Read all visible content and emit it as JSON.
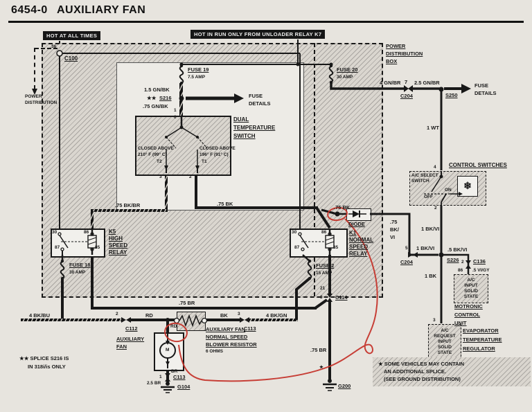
{
  "header": {
    "code": "6454-0",
    "title": "AUXILIARY FAN"
  },
  "banners": {
    "hot_all": "HOT AT ALL TIMES",
    "hot_run": "HOT IN RUN ONLY FROM UNLOADER RELAY K7"
  },
  "left_feed": {
    "pin36": "36",
    "c100": "C100",
    "pd1": "POWER",
    "pd2": "DISTRIBUTION"
  },
  "pdb": {
    "l1": "POWER",
    "l2": "DISTRIBUTION",
    "l3": "BOX"
  },
  "fuse19": {
    "name": "FUSE 19",
    "amp": "7.5 AMP"
  },
  "fuse20": {
    "name": "FUSE 20",
    "amp": "30 AMP"
  },
  "fuse18": {
    "name": "FUSE 18",
    "amp": "30 AMP"
  },
  "fuse2": {
    "name": "FUSE 2",
    "amp": "15 AMP"
  },
  "feed": {
    "w1": "1.5 GN/BK",
    "stars": "★★",
    "splice": "S216",
    "w2": ".75 GN/BK",
    "pin1": "1",
    "pin0": "0",
    "fd1": "FUSE",
    "fd2": "DETAILS"
  },
  "dts": {
    "l1": "DUAL",
    "l2": "TEMPERATURE",
    "l3": "SWITCH",
    "ca1": "CLOSED ABOVE",
    "left_temp": "210° F (99° C)",
    "ca2": "CLOSED ABOVE",
    "right_temp": "196° F (91° C)",
    "t2": "T2",
    "t1": "T1",
    "pin3": "3",
    "pin2": "2"
  },
  "wires": {
    "bkbr": ".75 BK/BR",
    "bk_mid": ".75 BK",
    "bk_diode": ".75 BK",
    "gnbr4": "4 GN/BR",
    "gnbr25": "2.5 GN/BR",
    "wt1": "1 WT",
    "bkvi1a": "1 BK/VI",
    "bkvi1b": "1 BK/VI",
    "bkvi5": ".5 BK/VI",
    "vigy5": ".5 VI/GY",
    "bk1": "1 BK",
    "bkvi75": [
      ".75",
      "BK/",
      "VI"
    ],
    "bkbu4": "4 BK/BU",
    "rd1": "RD",
    "rd2": "RD",
    "bk": "BK",
    "bkgn4": "4 BK/GN",
    "br75a": ".75 BR",
    "br75b": ".75 BR",
    "br": "BR",
    "br25": "2.5 BR"
  },
  "top_run": {
    "pin7": "7",
    "c204": "C204",
    "s250": "S250",
    "fd1": "FUSE",
    "fd2": "DETAILS"
  },
  "k5": {
    "l1": "K5",
    "l2": "HIGH",
    "l3": "SPEED",
    "l4": "RELAY",
    "p30": "30",
    "p86": "86",
    "p87": "87",
    "p85": "85"
  },
  "k1": {
    "l1": "K1",
    "l2": "NORMAL",
    "l3": "SPEED",
    "l4": "RELAY",
    "p30": "30",
    "p86": "86",
    "p87": "87",
    "p85": "85"
  },
  "diode": {
    "label": "DIODE"
  },
  "ctrl": {
    "header": "CONTROL SWITCHES",
    "pin4": "4",
    "pin2": "2",
    "acs1": "A/C SELECT",
    "acs2": "SWITCH",
    "off": "OFF",
    "on": "ON",
    "snow": "❄"
  },
  "mid_right": {
    "pin5": "5",
    "c204": "C204",
    "s226": "S226",
    "pin2": "2",
    "c136": "C136",
    "pin86": "86"
  },
  "acin": {
    "l": [
      "A/C",
      "INPUT",
      "SOLID",
      "STATE"
    ]
  },
  "motronic": {
    "l1": "MOTRONIC",
    "l2": "CONTROL",
    "l3": "UNIT"
  },
  "acrq": {
    "pin3": "3",
    "l": [
      "A/C",
      "REQUEST",
      "INPUT",
      "SOLID",
      "STATE"
    ]
  },
  "evap": {
    "l1": "EVAPORATOR",
    "l2": "TEMPERATURE",
    "l3": "REGULATOR"
  },
  "bottom": {
    "pin2": "2",
    "c112": "C112",
    "pin3": "3",
    "c113": "C113",
    "pin21": "21",
    "pin3b": "3",
    "c114": "C114",
    "star": "★",
    "g200": "G200",
    "pin1": "1",
    "c113b": "C113",
    "g104": "G104"
  },
  "fan": {
    "l1": "AUXILIARY",
    "l2": "FAN",
    "m": "M"
  },
  "resistor": {
    "l1": "AUXILIARY FAN",
    "l2": "NORMAL SPEED",
    "l3": "BLOWER RESISTOR",
    "l4": "6 OHMS"
  },
  "notes": {
    "s1": "★★ SPLICE S216 IS",
    "s2": "IN 318i/is ONLY",
    "v1": "★ SOME VEHICLES MAY CONTAIN",
    "v2": "AN ADDITIONAL SPLICE.",
    "v3": "(SEE GROUND DISTRIBUTION)"
  }
}
